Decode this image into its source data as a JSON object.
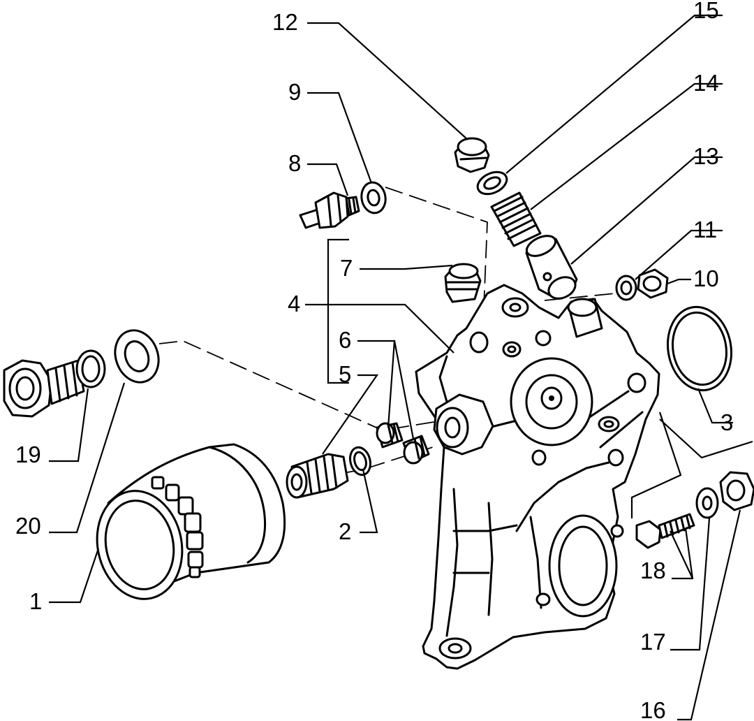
{
  "callouts": [
    {
      "id": "c1",
      "text": "1"
    },
    {
      "id": "c2",
      "text": "2"
    },
    {
      "id": "c3",
      "text": "3"
    },
    {
      "id": "c4",
      "text": "4"
    },
    {
      "id": "c5",
      "text": "5"
    },
    {
      "id": "c6",
      "text": "6"
    },
    {
      "id": "c7",
      "text": "7"
    },
    {
      "id": "c8",
      "text": "8"
    },
    {
      "id": "c9",
      "text": "9"
    },
    {
      "id": "c10",
      "text": "10"
    },
    {
      "id": "c11",
      "text": "11"
    },
    {
      "id": "c12",
      "text": "12"
    },
    {
      "id": "c13",
      "text": "13"
    },
    {
      "id": "c14",
      "text": "14"
    },
    {
      "id": "c15",
      "text": "15"
    },
    {
      "id": "c16",
      "text": "16"
    },
    {
      "id": "c17",
      "text": "17"
    },
    {
      "id": "c18",
      "text": "18"
    },
    {
      "id": "c19",
      "text": "19"
    },
    {
      "id": "c20",
      "text": "20"
    }
  ]
}
